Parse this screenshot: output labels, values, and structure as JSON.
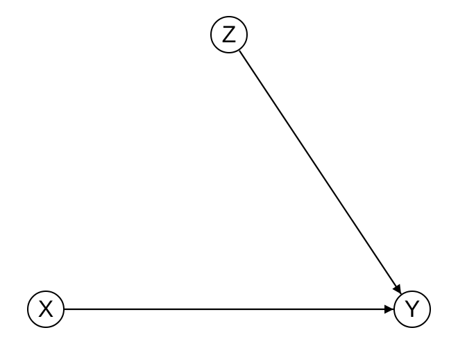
{
  "diagram": {
    "type": "directed-acyclic-graph",
    "nodes": [
      {
        "id": "Z",
        "label": "Z"
      },
      {
        "id": "X",
        "label": "X"
      },
      {
        "id": "Y",
        "label": "Y"
      }
    ],
    "edges": [
      {
        "from": "Z",
        "to": "Y"
      },
      {
        "from": "X",
        "to": "Y"
      }
    ],
    "colors": {
      "stroke": "#000000",
      "background": "#ffffff"
    }
  }
}
